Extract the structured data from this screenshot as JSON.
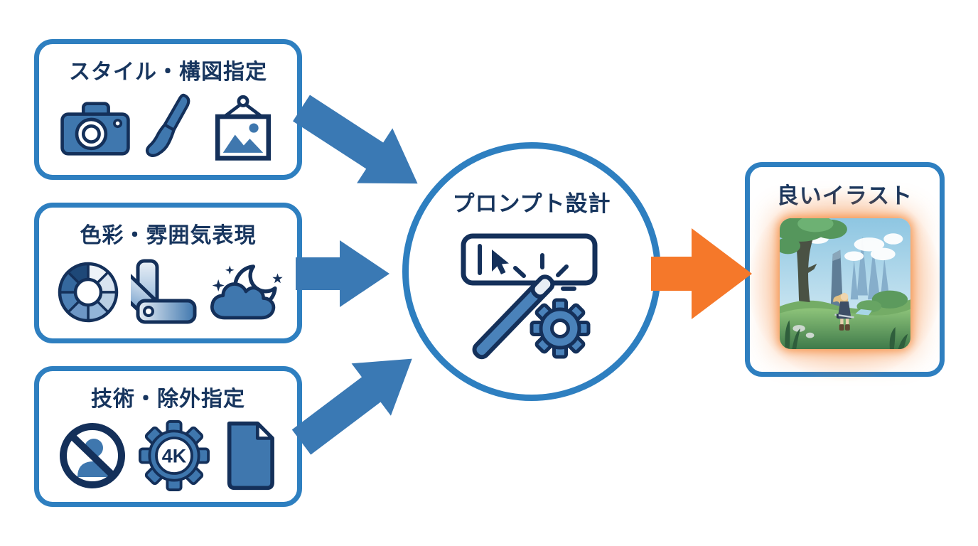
{
  "colors": {
    "border_blue": "#2e7fc0",
    "title_navy": "#17355e",
    "icon_blue": "#3f77ae",
    "icon_outline_navy": "#14305a",
    "arrow_blue": "#3a79b4",
    "arrow_orange": "#f5782a",
    "glow_orange": "#f38232"
  },
  "input_boxes": [
    {
      "title": "スタイル・構図指定",
      "icons": [
        "camera-icon",
        "paintbrush-icon",
        "framed-picture-icon"
      ]
    },
    {
      "title": "色彩・雰囲気表現",
      "icons": [
        "color-wheel-icon",
        "color-swatches-icon",
        "cloud-moon-icon"
      ]
    },
    {
      "title": "技術・除外指定",
      "icons": [
        "no-person-icon",
        "gear-4k-icon",
        "document-icon"
      ],
      "gear_label": "4K"
    }
  ],
  "center_node": {
    "title": "プロンプト設計",
    "icons": [
      "text-input-cursor-icon",
      "magic-wand-icon",
      "gear-icon"
    ]
  },
  "output_box": {
    "title": "良いイラスト",
    "image_description": "fantasy-illustration"
  }
}
